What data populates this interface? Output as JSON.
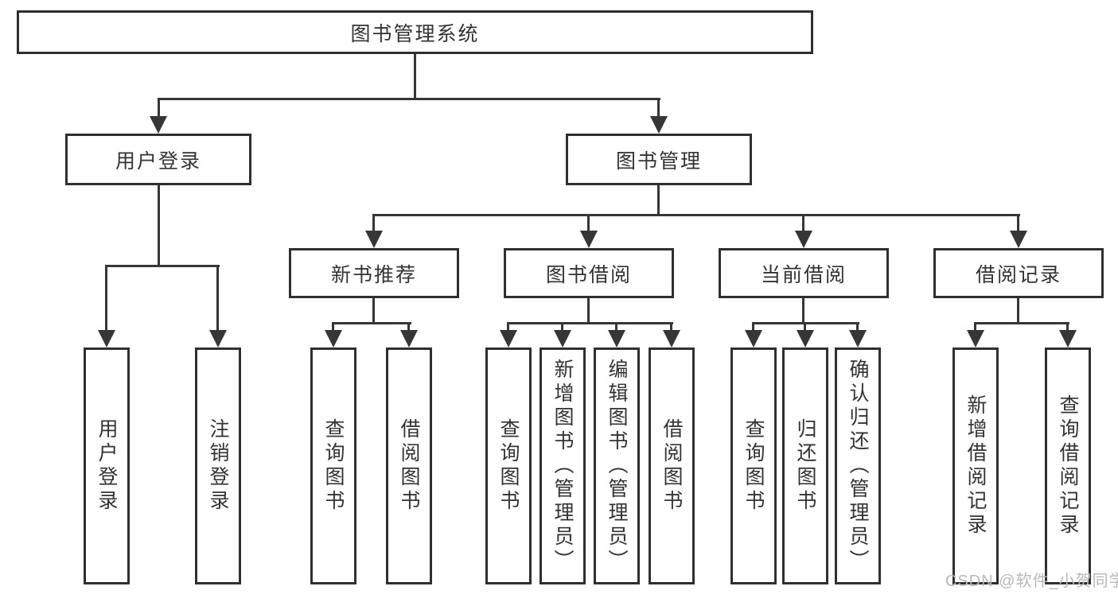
{
  "tree": {
    "label": "图书管理系统",
    "children": [
      {
        "label": "用户登录",
        "children": [
          {
            "label": "用户登录"
          },
          {
            "label": "注销登录"
          }
        ]
      },
      {
        "label": "图书管理",
        "children": [
          {
            "label": "新书推荐",
            "children": [
              {
                "label": "查询图书"
              },
              {
                "label": "借阅图书"
              }
            ]
          },
          {
            "label": "图书借阅",
            "children": [
              {
                "label": "查询图书"
              },
              {
                "label": "新增图书（管理员）"
              },
              {
                "label": "编辑图书（管理员）"
              },
              {
                "label": "借阅图书"
              }
            ]
          },
          {
            "label": "当前借阅",
            "children": [
              {
                "label": "查询图书"
              },
              {
                "label": "归还图书"
              },
              {
                "label": "确认归还（管理员）"
              }
            ]
          },
          {
            "label": "借阅记录",
            "children": [
              {
                "label": "新增借阅记录"
              },
              {
                "label": "查询借阅记录"
              }
            ]
          }
        ]
      }
    ]
  },
  "watermark": {
    "text": "CSDN @软件_小贺同学"
  },
  "colors": {
    "background": "#ffffff",
    "box_fill": "#ffffff",
    "box_border": "#2f2f2f",
    "line": "#363636",
    "text": "#333333",
    "watermark": "#b9b9b9"
  }
}
